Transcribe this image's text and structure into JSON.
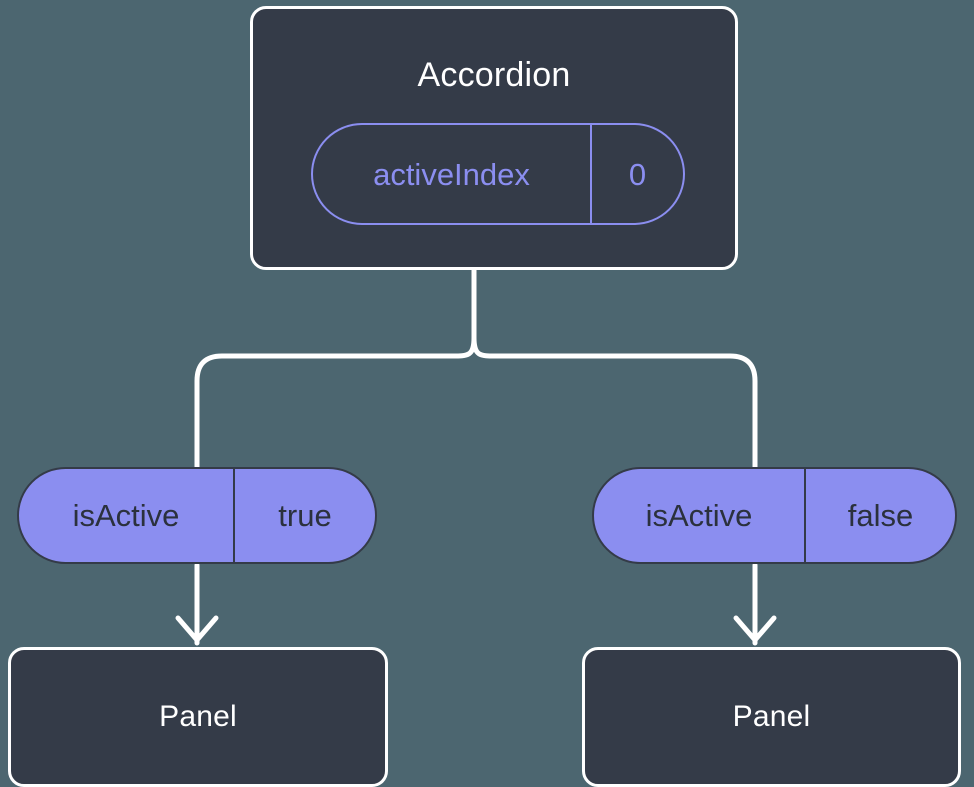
{
  "theme": {
    "background": "#4c6670",
    "node_fill": "#343b48",
    "node_border": "#ffffff",
    "accent_purple": "#8b8ef0",
    "pill_text_dark": "#2b313d",
    "title_text": "#ffffff",
    "connector": "#ffffff"
  },
  "diagram": {
    "type": "component-state-tree",
    "root": {
      "title": "Accordion",
      "state": {
        "key": "activeIndex",
        "value": "0"
      }
    },
    "branches": [
      {
        "side": "left",
        "prop": {
          "key": "isActive",
          "value": "true"
        },
        "child": {
          "title": "Panel"
        }
      },
      {
        "side": "right",
        "prop": {
          "key": "isActive",
          "value": "false"
        },
        "child": {
          "title": "Panel"
        }
      }
    ]
  }
}
